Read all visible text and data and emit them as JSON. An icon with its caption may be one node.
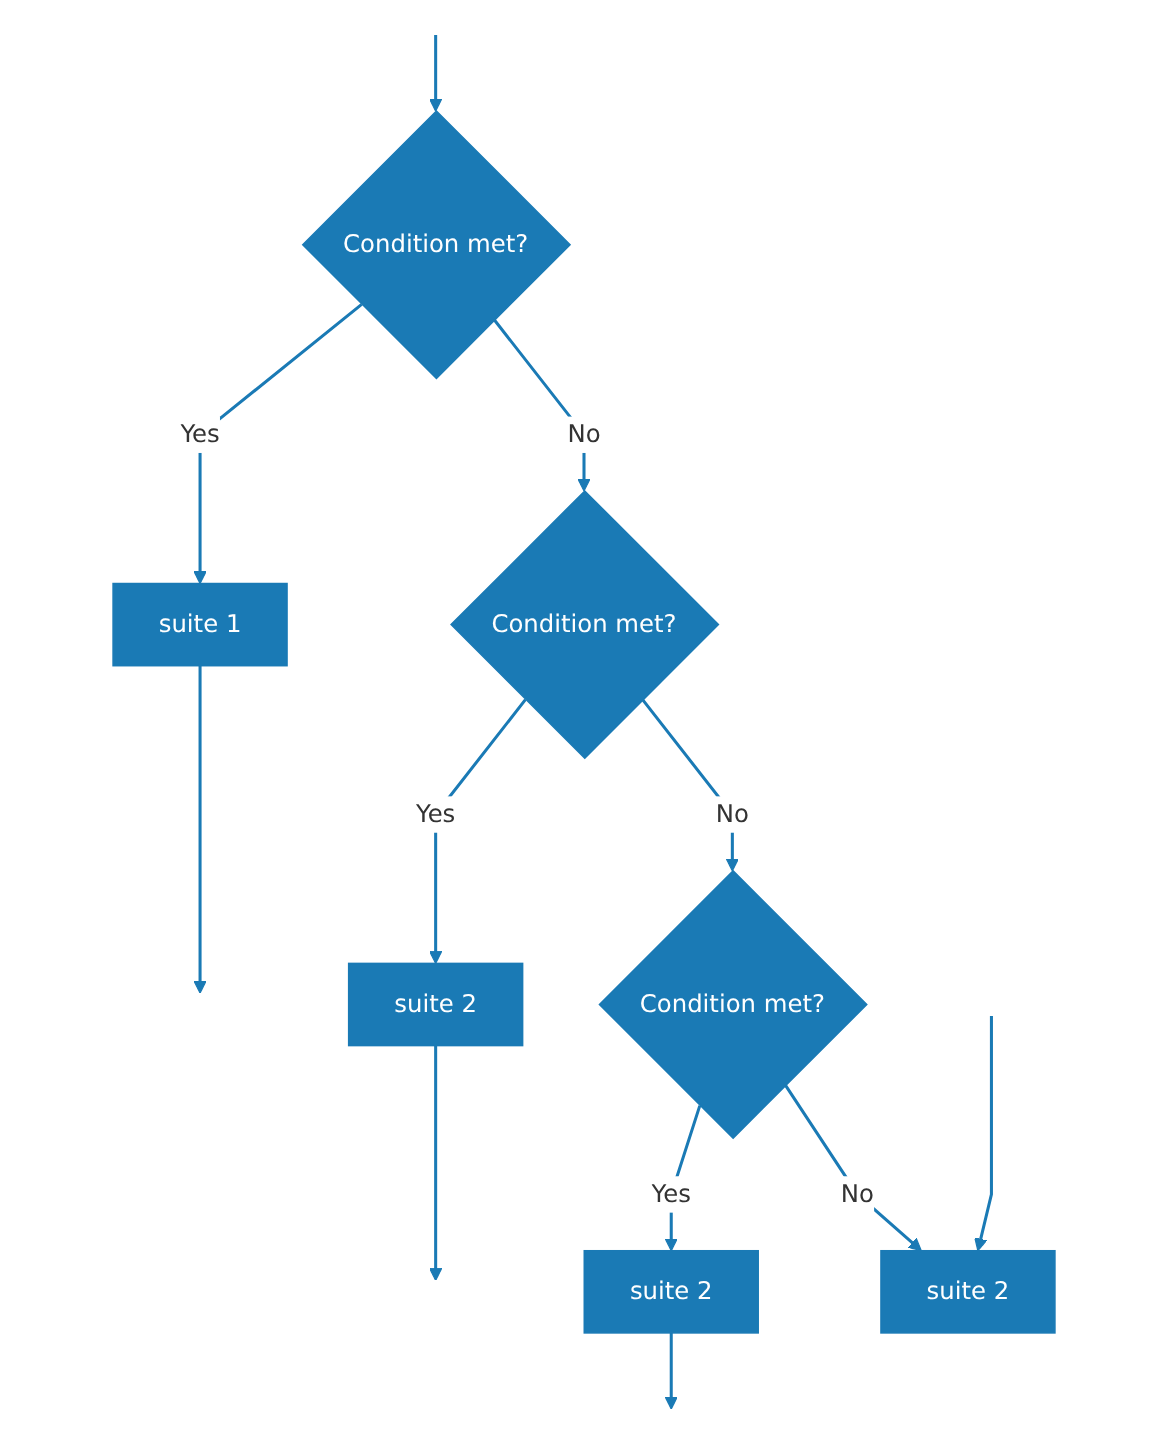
{
  "diagram": {
    "nodes": [
      {
        "text": [
          "Condition met?"
        ]
      },
      {
        "text": [
          "suite 1"
        ]
      },
      {
        "text": [
          "Condition met?"
        ]
      },
      {
        "text": [
          "suite 2"
        ]
      },
      {
        "text": [
          "Condition met?"
        ]
      },
      {
        "text": [
          "suite 2"
        ]
      },
      {
        "text": [
          "suite 2"
        ]
      }
    ],
    "edges": [
      {
        "from": null,
        "to": 0,
        "arrow": "to"
      },
      {
        "from": 0,
        "to": 1,
        "label": "Yes",
        "arrow": "to"
      },
      {
        "from": 1,
        "to": null,
        "arrow": "to"
      },
      {
        "from": 0,
        "to": 2,
        "label": "No",
        "arrow": "to"
      },
      {
        "from": 2,
        "to": 3,
        "label": "Yes",
        "arrow": "to"
      },
      {
        "from": 3,
        "to": null,
        "arrow": "to"
      },
      {
        "from": 2,
        "to": 4,
        "label": "No",
        "arrow": "to"
      },
      {
        "from": 4,
        "to": 5,
        "label": "Yes",
        "arrow": "to"
      },
      {
        "from": 5,
        "to": null,
        "arrow": "to"
      },
      {
        "from": 4,
        "to": 6,
        "label": "No",
        "arrow": "to"
      },
      {
        "from": null,
        "to": 6,
        "arrow": "to"
      }
    ]
  }
}
